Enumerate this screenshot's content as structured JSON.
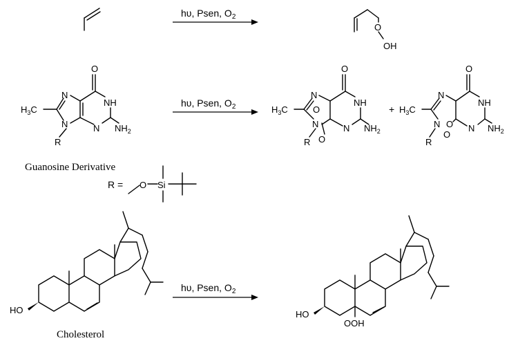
{
  "reactions": [
    {
      "conditions": "hυ, Psen, O",
      "o2_sub": "2",
      "product_label": "OH"
    },
    {
      "conditions": "hυ, Psen, O",
      "o2_sub": "2"
    },
    {
      "conditions": "hυ, Psen, O",
      "o2_sub": "2"
    }
  ],
  "labels": {
    "guanosine_caption": "Guanosine Derivative",
    "cholesterol_caption": "Cholesterol",
    "r_def": "R =",
    "plus": "+",
    "h3c": "H",
    "h3c_sub": "3",
    "c": "C",
    "n": "N",
    "nh": "NH",
    "nh2": "NH",
    "nh2_sub": "2",
    "o": "O",
    "r": "R",
    "si": "Si",
    "ho": "HO",
    "ooh": "OOH"
  }
}
